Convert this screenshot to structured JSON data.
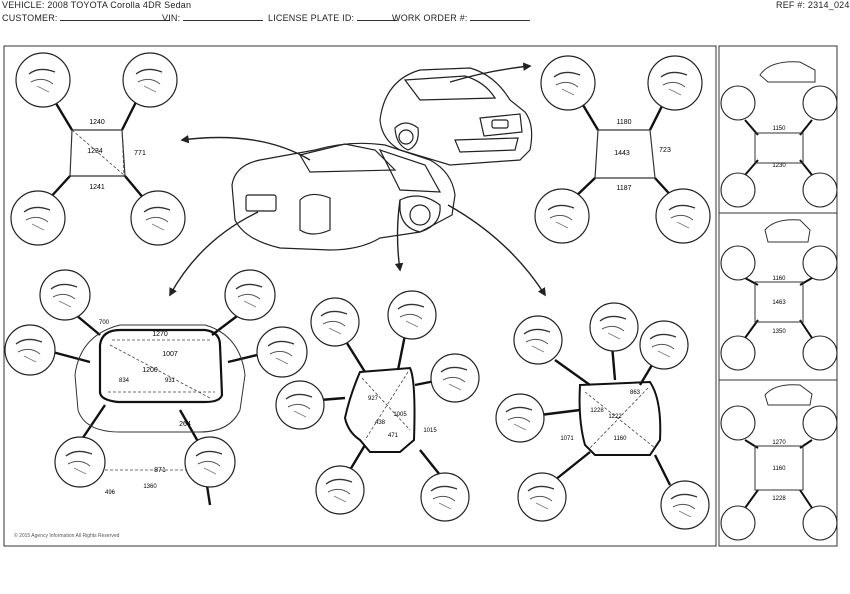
{
  "header": {
    "vehicle_label": "VEHICLE:",
    "vehicle_value": "2008 TOYOTA Corolla  4DR  Sedan",
    "ref_label": "REF #:",
    "ref_value": "2314_024",
    "customer_label": "CUSTOMER:",
    "vin_label": "VIN:",
    "license_label": "LICENSE PLATE ID:",
    "work_order_label": "WORK ORDER #:"
  },
  "footer": {
    "copyright": "© 2015 Agency Information  All Rights Reserved"
  },
  "measurements": {
    "trunk_top_width": "1240",
    "trunk_diagonal": "1234",
    "trunk_right_height": "771",
    "trunk_bottom_width": "1241",
    "hood_top_width": "1180",
    "hood_center": "1443",
    "hood_right_height": "723",
    "hood_bottom_width": "1187",
    "rear_opening_top": "1270",
    "rear_opening_lower": "1007",
    "rear_opening_left": "700",
    "rear_opening_center": "1200",
    "rear_opening_inner": "931",
    "rear_opening_right": "834",
    "rear_opening_bottom": "264",
    "rear_opening_bumper": "871",
    "rear_opening_foot_left": "496",
    "rear_opening_foot_right": "1360",
    "front_door_top": "927",
    "front_door_diag": "1005",
    "front_door_inner": "438",
    "front_door_low": "471",
    "front_door_right": "1015",
    "rear_door_top": "863",
    "rear_door_window": "1228",
    "rear_door_center": "1222",
    "rear_door_low": "1160",
    "rear_door_left": "1071",
    "side1_top": "1150",
    "side1_bottom": "1230",
    "side2_top": "1160",
    "side2_mid": "1463",
    "side2_bottom": "1350",
    "side3_top": "1270",
    "side3_mid": "1160",
    "side3_bottom": "1228"
  }
}
